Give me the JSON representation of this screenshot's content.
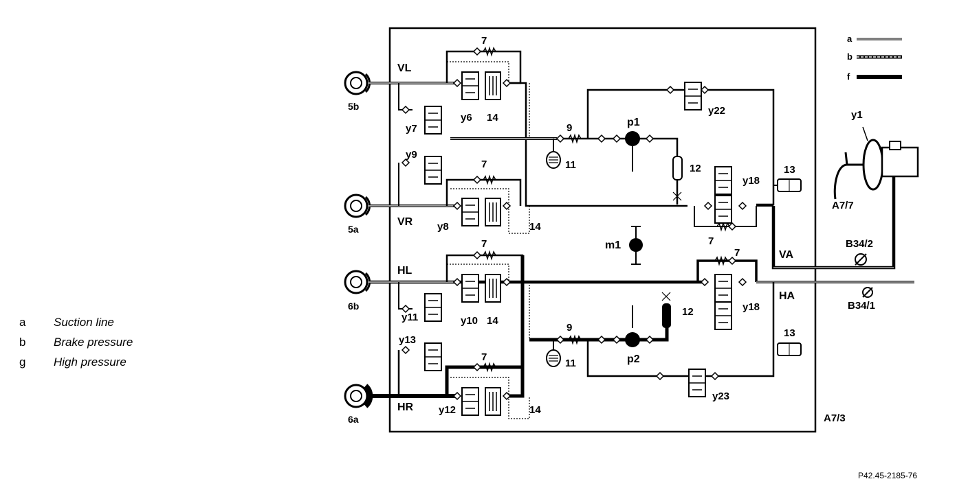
{
  "legend": [
    {
      "key": "a",
      "text": "Suction line"
    },
    {
      "key": "b",
      "text": "Brake pressure"
    },
    {
      "key": "g",
      "text": "High pressure"
    }
  ],
  "figure_ref": "P42.45-2185-76",
  "inset_legend": [
    "a",
    "b",
    "f"
  ],
  "labels": {
    "unit": "A7/3",
    "booster": "A7/7",
    "y1": "y1",
    "sensor_va": "B34/2",
    "sensor_ha": "B34/1",
    "va": "VA",
    "ha": "HA",
    "vl": "VL",
    "vr": "VR",
    "hl": "HL",
    "hr": "HR",
    "w5b": "5b",
    "w5a": "5a",
    "w6b": "6b",
    "w6a": "6a",
    "y6": "y6",
    "y7": "y7",
    "y8": "y8",
    "y9": "y9",
    "y10": "y10",
    "y11": "y11",
    "y12": "y12",
    "y13": "y13",
    "y18a": "y18",
    "y18b": "y18",
    "y22": "y22",
    "y23": "y23",
    "p1": "p1",
    "p2": "p2",
    "m1": "m1",
    "n7a": "7",
    "n7b": "7",
    "n7c": "7",
    "n7d": "7",
    "n7e": "7",
    "n7f": "7",
    "n9a": "9",
    "n9b": "9",
    "n11a": "11",
    "n11b": "11",
    "n12a": "12",
    "n12b": "12",
    "n13a": "13",
    "n13b": "13",
    "n14a": "14",
    "n14b": "14",
    "n14c": "14",
    "n14d": "14"
  },
  "colors": {
    "line": "#000000",
    "background": "#ffffff"
  }
}
